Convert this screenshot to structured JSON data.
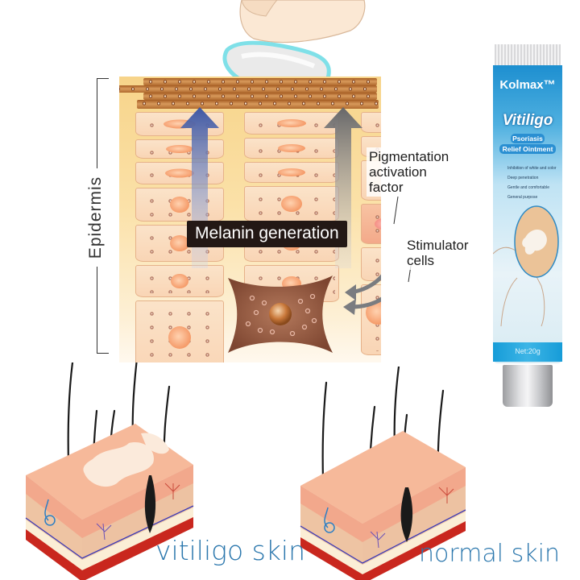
{
  "diagram": {
    "side_label": "Epidermis",
    "center_label": "Melanin generation",
    "callouts": [
      {
        "id": "pigmentation",
        "text_lines": [
          "Pigmentation",
          "activation",
          "factor"
        ]
      },
      {
        "id": "stimulator",
        "text_lines": [
          "Stimulator",
          "cells"
        ]
      }
    ],
    "arrows": [
      {
        "name": "blue-up-arrow",
        "color": "#4a5fa0"
      },
      {
        "name": "gray-up-arrow",
        "color": "#6e6e70"
      },
      {
        "name": "gray-curved-arrow",
        "color": "#7a7c80"
      }
    ],
    "colors": {
      "skin_top_strip": "#b06a2e",
      "cell_fill": "#f9d5b5",
      "nucleus": "#f59a68",
      "melanocyte": "#8a4a32",
      "stimulator_cell": "#d8261c",
      "cream_outline": "#7fe0e8",
      "label_bg": "#231815"
    }
  },
  "product": {
    "brand": "Kolmax™",
    "title": "Vitiligo",
    "subtitle_1": "Psoriasis",
    "subtitle_2": "Relief Ointment",
    "features": [
      "Inhibition of white and color",
      "Deep penetration",
      "Gentle and comfortable",
      "General purpose"
    ],
    "net_weight": "Net:20g",
    "colors": {
      "primary_blue": "#1e8fd0",
      "light_blue": "#bfe3f4",
      "band_blue": "#1aa3dc",
      "cap_silver": "#c8c9cc"
    }
  },
  "skin_models": [
    {
      "id": "vitiligo",
      "caption": "vitiligo skin"
    },
    {
      "id": "normal",
      "caption": "normal skin"
    }
  ],
  "caption_color": "#2b77ad"
}
